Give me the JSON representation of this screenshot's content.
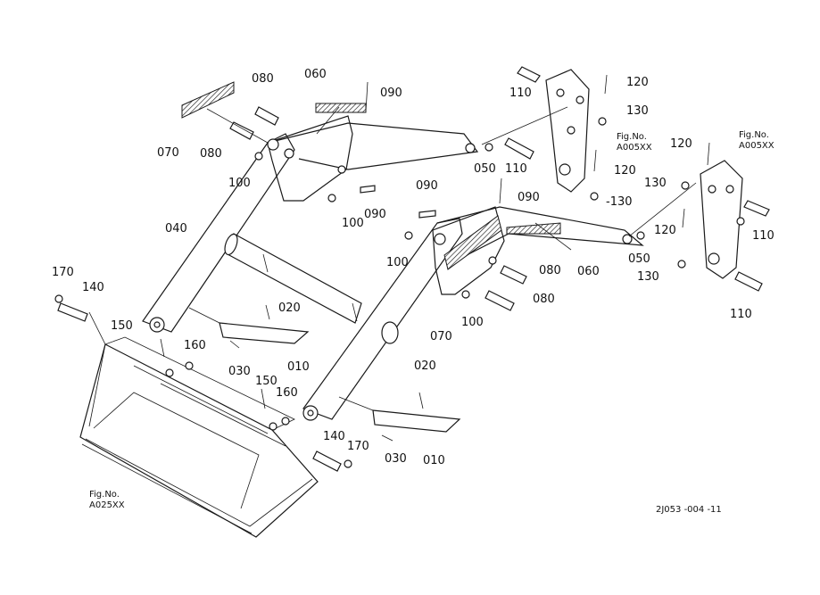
{
  "diagram": {
    "drawing_code": "2J053 -004 -11",
    "fig_refs": {
      "bucket": "Fig.No.\nA025XX",
      "bracket_left": "Fig.No.\nA005XX",
      "bracket_right": "Fig.No.\nA005XX"
    },
    "labels": {
      "l010a": "010",
      "l010b": "010",
      "l020a": "020",
      "l020b": "020",
      "l030a": "030",
      "l030b": "030",
      "l040": "040",
      "l050a": "050",
      "l050b": "050",
      "l060a": "060",
      "l060b": "060",
      "l070a": "070",
      "l070b": "070",
      "l080a": "080",
      "l080b": "080",
      "l080c": "080",
      "l080d": "080",
      "l090a": "090",
      "l090b": "090",
      "l090c": "090",
      "l090d": "090",
      "l100a": "100",
      "l100b": "100",
      "l100c": "100",
      "l100d": "100",
      "l110a": "110",
      "l110b": "110",
      "l110c": "110",
      "l110d": "110",
      "l120a": "120",
      "l120b": "120",
      "l120c": "120",
      "l120d": "120",
      "l130a": "130",
      "l130b": "-130",
      "l130c": "130",
      "l130d": "130",
      "l140a": "140",
      "l140b": "140",
      "l150a": "150",
      "l150b": "150",
      "l160a": "160",
      "l160b": "160",
      "l170a": "170",
      "l170b": "170"
    }
  }
}
